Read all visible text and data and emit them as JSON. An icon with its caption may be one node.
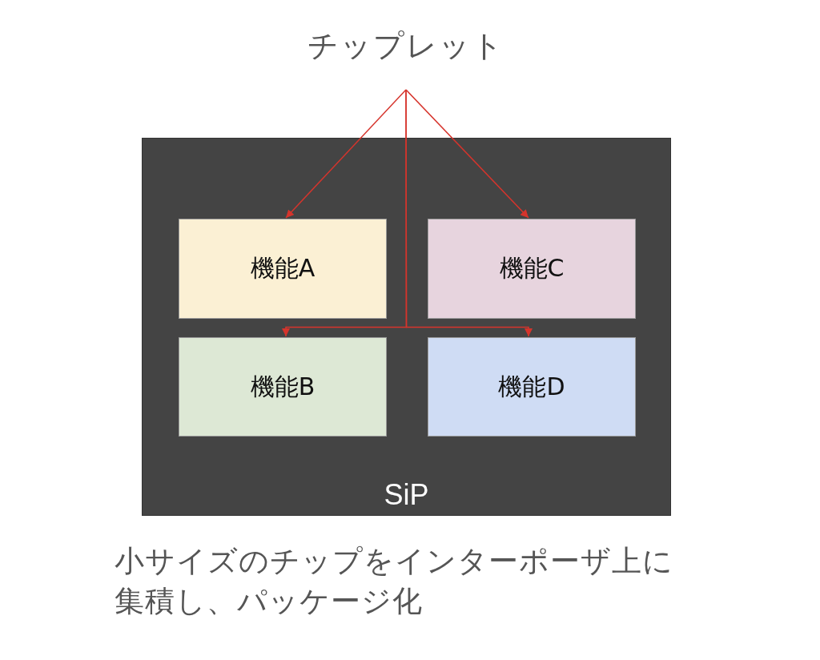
{
  "diagram": {
    "nodes": [
      {
        "text": [
          "チップレット"
        ]
      },
      {
        "text": [
          "SiP"
        ]
      },
      {
        "text": [
          "機能A"
        ],
        "in": 1
      },
      {
        "text": [
          "機能C"
        ],
        "in": 1
      },
      {
        "text": [
          "機能B"
        ],
        "in": 1
      },
      {
        "text": [
          "機能D"
        ],
        "in": 1
      }
    ],
    "edges": [
      {
        "from": 0,
        "to": 2,
        "arrow": "to"
      },
      {
        "from": 0,
        "to": 4,
        "arrow": "to"
      },
      {
        "from": 0,
        "to": 3,
        "arrow": "to"
      },
      {
        "from": 0,
        "to": 5,
        "arrow": "to"
      }
    ],
    "caption": "小サイズのチップをインターポーザ上に集積し、パッケージ化"
  }
}
